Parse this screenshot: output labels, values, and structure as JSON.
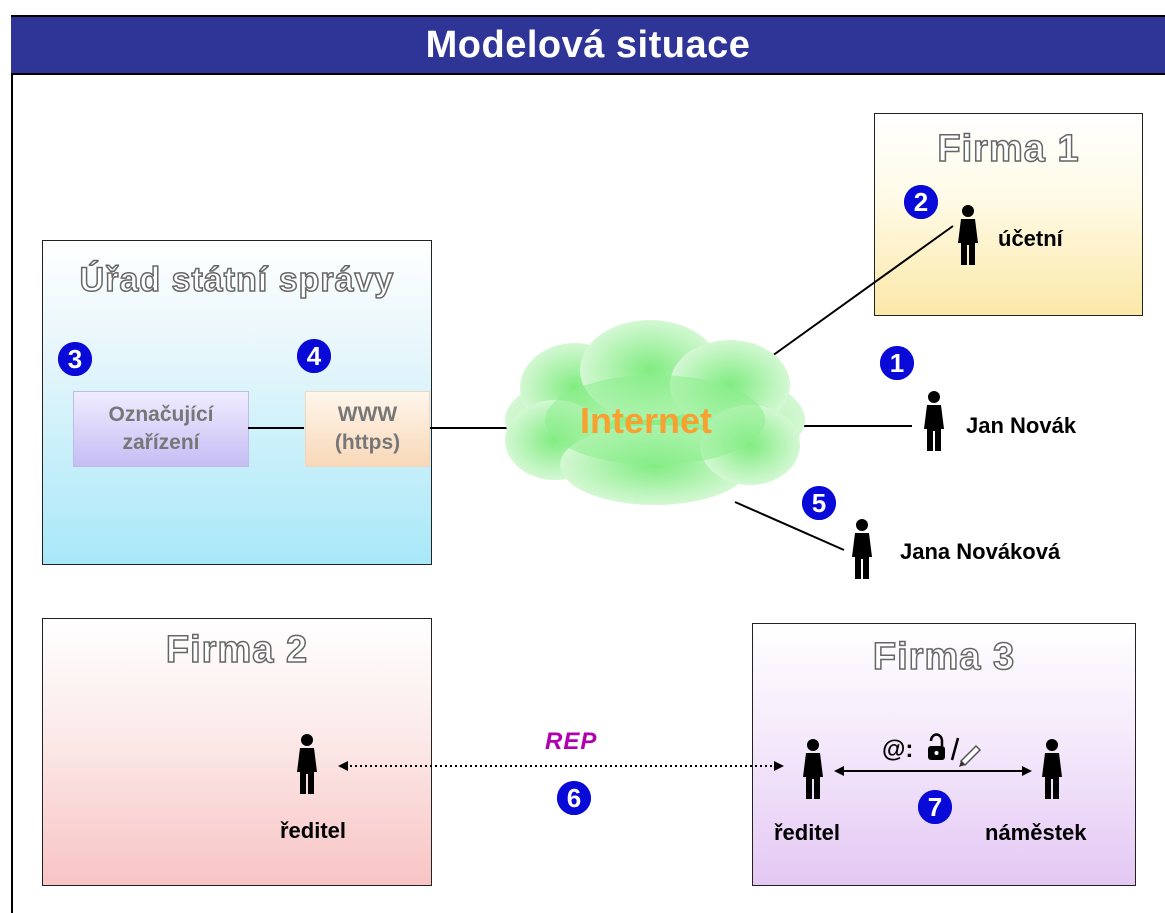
{
  "title": "Modelová situace",
  "boxes": {
    "urad": {
      "title": "Úřad státní správy"
    },
    "firma1": {
      "title": "Firma 1"
    },
    "firma2": {
      "title": "Firma 2"
    },
    "firma3": {
      "title": "Firma 3"
    }
  },
  "devices": {
    "oznacujici_line1": "Označující",
    "oznacujici_line2": "zařízení",
    "www_line1": "WWW",
    "www_line2": "(https)"
  },
  "cloud_label": "Internet",
  "persons": {
    "ucetni": "účetní",
    "jan_novak": "Jan Novák",
    "jana_novakova": "Jana Nováková",
    "reditel_firma2": "ředitel",
    "reditel_firma3": "ředitel",
    "namestek": "náměstek"
  },
  "numbers": {
    "n1": "1",
    "n2": "2",
    "n3": "3",
    "n4": "4",
    "n5": "5",
    "n6": "6",
    "n7": "7"
  },
  "rep_label": "REP",
  "cert_label": "@:",
  "colors": {
    "title_bar": "#2f3596",
    "number_badge": "#0a0ad8",
    "internet_text": "#f8a030",
    "rep_text": "#b000b0"
  },
  "icons": {
    "person": "person-icon",
    "lock": "lock-icon",
    "pen": "pen-icon",
    "cloud": "cloud-icon"
  }
}
